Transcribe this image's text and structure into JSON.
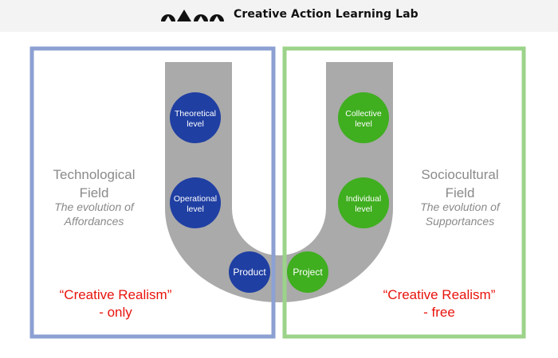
{
  "header": {
    "logo_text": "CALL",
    "title": "Creative Action Learning Lab"
  },
  "left_field": {
    "title_line1": "Technological",
    "title_line2": "Field",
    "subtitle_line1": "The evolution of",
    "subtitle_line2": "Affordances",
    "realism_line1": "“Creative Realism”",
    "realism_line2": "- only",
    "frame_color": "#8ca0d2"
  },
  "right_field": {
    "title_line1": "Sociocultural",
    "title_line2": "Field",
    "subtitle_line1": "The evolution of",
    "subtitle_line2": "Supportances",
    "realism_line1": "“Creative Realism”",
    "realism_line2": "- free",
    "frame_color": "#9cd38a"
  },
  "u_shape": {
    "color": "#aaaaaa"
  },
  "nodes": {
    "theoretical": {
      "line1": "Theoretical",
      "line2": "level",
      "color": "#1f3fa3"
    },
    "operational": {
      "line1": "Operational",
      "line2": "level",
      "color": "#1f3fa3"
    },
    "product": {
      "label": "Product",
      "color": "#1f3fa3"
    },
    "project": {
      "label": "Project",
      "color": "#3fae1f"
    },
    "collective": {
      "line1": "Collective",
      "line2": "level",
      "color": "#3fae1f"
    },
    "individual": {
      "line1": "Individual",
      "line2": "level",
      "color": "#3fae1f"
    }
  }
}
